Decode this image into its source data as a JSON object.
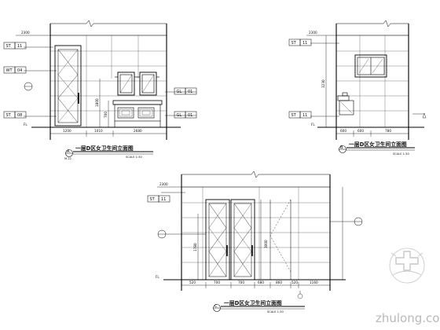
{
  "elevation_a": {
    "title": "一层D区女卫生间立面图",
    "index": "A",
    "index_sheet": "M-22",
    "scale_note": "SCALE 1:30",
    "top_dim": "2300",
    "bottom_dims": [
      "1200",
      "1010",
      "2680"
    ],
    "vertical_dims": [
      "1800",
      "700"
    ],
    "tags": [
      {
        "code": "ST",
        "num": "11"
      },
      {
        "code": "WT",
        "num": "04"
      },
      {
        "code": "ST",
        "num": "08"
      },
      {
        "code": "GL",
        "num": "01"
      },
      {
        "code": "GL",
        "num": "01"
      }
    ],
    "level_mark": "FL"
  },
  "elevation_b": {
    "title": "一层D区女卫生间立面图",
    "index": "B",
    "scale_note": "SCALE 1:30",
    "top_dim": "2300",
    "vertical_dim": "3230",
    "bottom_dims": [
      "600",
      "600",
      "780"
    ],
    "tags": [
      {
        "code": "ST",
        "num": "11"
      },
      {
        "code": "ST",
        "num": "11"
      }
    ],
    "level_mark": "FL"
  },
  "elevation_c": {
    "title": "一层D区女卫生间立面图",
    "index": "C",
    "scale_note": "SCALE 1:30",
    "top_dim": "2300",
    "bottom_dims": [
      "520",
      "700",
      "700",
      "680",
      "860",
      "520",
      "1160"
    ],
    "vertical_dims": [
      "1780",
      "3000"
    ],
    "tags": [
      {
        "code": "ST",
        "num": "11"
      }
    ],
    "level_mark": "FL"
  },
  "watermark": "zhulong.com"
}
